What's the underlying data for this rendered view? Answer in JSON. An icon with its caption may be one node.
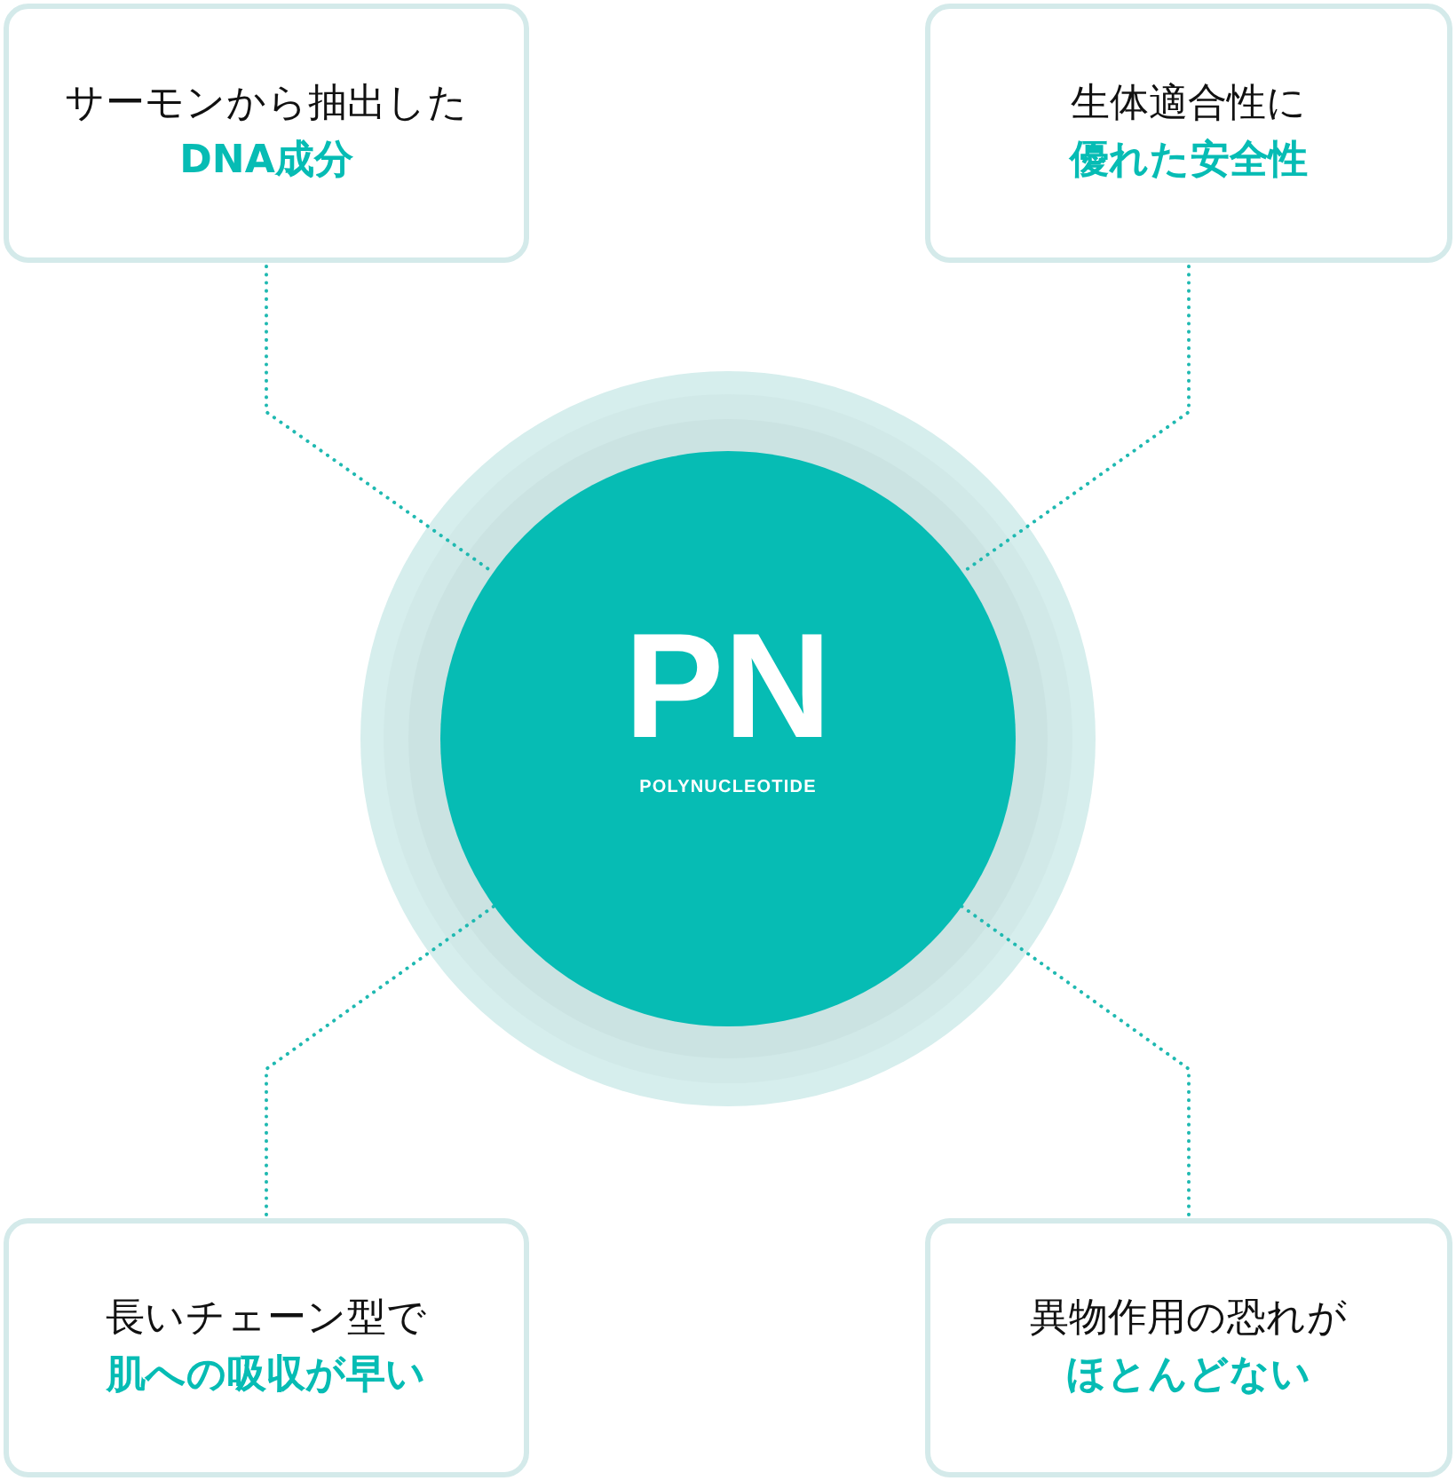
{
  "diagram": {
    "nodes": [
      {
        "text": [
          "サーモンから抽出した",
          "DNA成分"
        ]
      },
      {
        "text": [
          "生体適合性に",
          "優れた安全性"
        ]
      },
      {
        "text": [
          "PN",
          "POLYNUCLEOTIDE"
        ]
      },
      {
        "text": [
          "長いチェーン型で",
          "肌への吸収が早い"
        ]
      },
      {
        "text": [
          "異物作用の恐れが",
          "ほとんどない"
        ]
      }
    ],
    "edges": [
      {
        "from": 0,
        "to": 2,
        "arrow": "none"
      },
      {
        "from": 1,
        "to": 2,
        "arrow": "none"
      },
      {
        "from": 3,
        "to": 2,
        "arrow": "none"
      },
      {
        "from": 4,
        "to": 2,
        "arrow": "none"
      }
    ]
  }
}
